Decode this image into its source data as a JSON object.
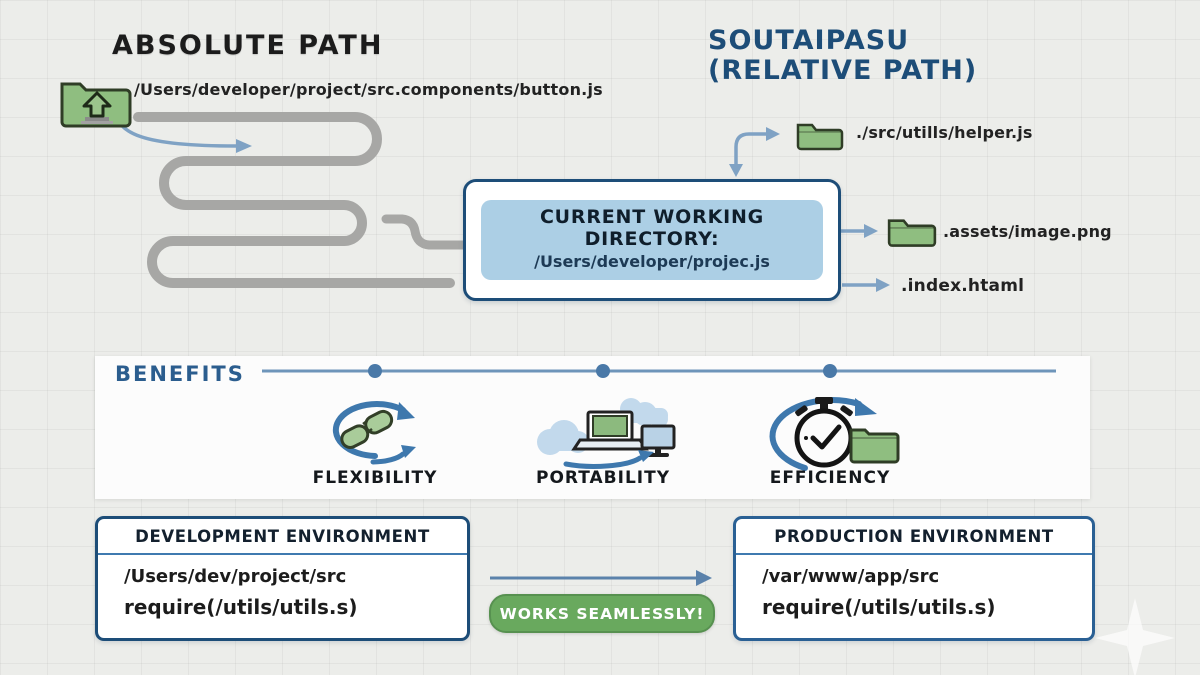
{
  "absolute_section": {
    "title": "ABSOLUTE PATH",
    "path": "/Users/developer/project/src.components/button.js",
    "folder_icon": "folder-upload-icon"
  },
  "relative_section": {
    "title_line1": "SOUTAIPASU",
    "title_line2": "(RELATIVE PATH)",
    "items": [
      {
        "icon": "folder-icon",
        "label": "./src/utills/helper.js"
      },
      {
        "icon": "folder-icon",
        "label": ".assets/image.png"
      },
      {
        "icon": "none",
        "label": ".index.htaml"
      }
    ]
  },
  "cwd_box": {
    "title": "CURRENT WORKING DIRECTORY:",
    "path": "/Users/developer/projec.js"
  },
  "benefits": {
    "heading": "BENEFITS",
    "items": [
      {
        "icon": "broken-chain-cycle-icon",
        "label": "FLEXIBILITY"
      },
      {
        "icon": "cloud-devices-icon",
        "label": "PORTABILITY"
      },
      {
        "icon": "stopwatch-folder-icon",
        "label": "EFFICIENCY"
      }
    ]
  },
  "environments": {
    "development": {
      "title": "DEVELOPMENT ENVIRONMENT",
      "path": "/Users/dev/project/src",
      "code": "require(/utils/utils.s)"
    },
    "production": {
      "title": "PRODUCTION ENVIRONMENT",
      "path": "/var/www/app/src",
      "code": "require(/utils/utils.s)"
    },
    "badge": "WORKS SEAMLESSLY!"
  },
  "colors": {
    "accent_blue": "#1d4d78",
    "steel_blue": "#7fa2c4",
    "folder_green": "#8fbe80",
    "badge_green": "#69a95e",
    "squiggle_gray": "#a7a7a5",
    "cwd_fill": "#accfe5"
  }
}
